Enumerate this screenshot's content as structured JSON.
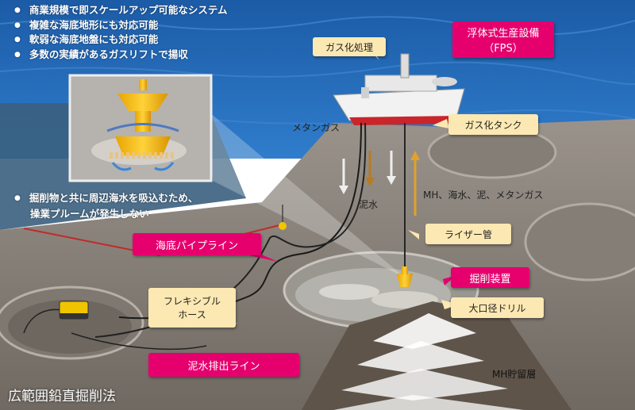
{
  "bullets": [
    "商業規模で即スケールアップ可能なシステム",
    "複雑な海底地形にも対応可能",
    "軟弱な海底地盤にも対応可能",
    "多数の実績があるガスリフトで揚収"
  ],
  "note": {
    "line1": "掘削物と共に周辺海水を吸込むため、",
    "line2": "操業プルームが発生しない"
  },
  "labels": {
    "fps_line1": "浮体式生産設備",
    "fps_line2": "（FPS）",
    "gas_processing": "ガス化処理",
    "gas_tank": "ガス化タンク",
    "methane_gas": "メタンガス",
    "mud_water": "泥水",
    "mh_mix": "MH、海水、泥、メタンガス",
    "riser": "ライザー管",
    "subsea_pipeline": "海底パイプライン",
    "flexible_hose_line1": "フレキシブル",
    "flexible_hose_line2": "ホース",
    "drilling_device": "掘削装置",
    "large_drill": "大口径ドリル",
    "mud_discharge_line": "泥水排出ライン",
    "mh_reservoir": "MH貯留層",
    "method_title": "広範囲鉛直掘削法"
  },
  "colors": {
    "accent_pink": "#e5006e",
    "callout_cream": "#fce8b2",
    "sea_blue": "#1f63b0",
    "seabed_gray": "#8f8881"
  }
}
